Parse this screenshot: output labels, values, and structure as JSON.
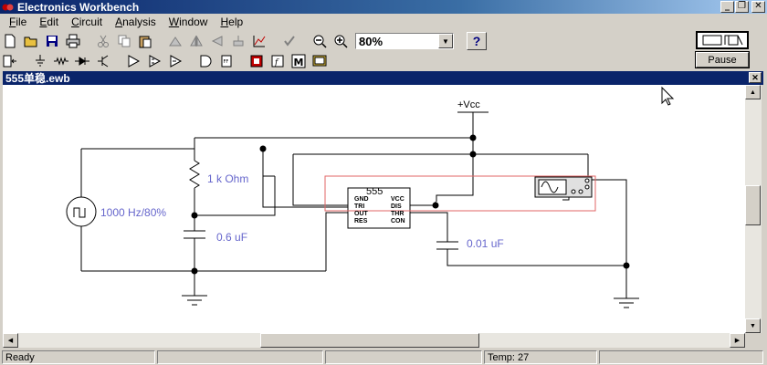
{
  "window": {
    "title": "Electronics Workbench"
  },
  "menu": [
    {
      "label": "File",
      "u": "F",
      "rest": "ile"
    },
    {
      "label": "Edit",
      "u": "E",
      "rest": "dit"
    },
    {
      "label": "Circuit",
      "u": "C",
      "rest": "ircuit"
    },
    {
      "label": "Analysis",
      "u": "A",
      "rest": "nalysis"
    },
    {
      "label": "Window",
      "u": "W",
      "rest": "indow"
    },
    {
      "label": "Help",
      "u": "H",
      "rest": "elp"
    }
  ],
  "toolbar": {
    "zoom_value": "80%",
    "help_label": "?",
    "pause_label": "Pause"
  },
  "document": {
    "title": "555单稳.ewb"
  },
  "circuit": {
    "vcc_label": "+Vcc",
    "resistor_label": "1 k Ohm",
    "source_label": "1000 Hz/80%",
    "cap1_label": "0.6 uF",
    "cap2_label": "0.01 uF",
    "chip_name": "555",
    "chip_pins_left": [
      "GND",
      "TRI",
      "OUT",
      "RES"
    ],
    "chip_pins_right": [
      "VCC",
      "DIS",
      "THR",
      "CON"
    ]
  },
  "status": {
    "left": "Ready",
    "temp": "Temp:  27"
  },
  "colors": {
    "selection": "#e06666",
    "label": "#6666cc",
    "title_bg": "#0a246a"
  }
}
